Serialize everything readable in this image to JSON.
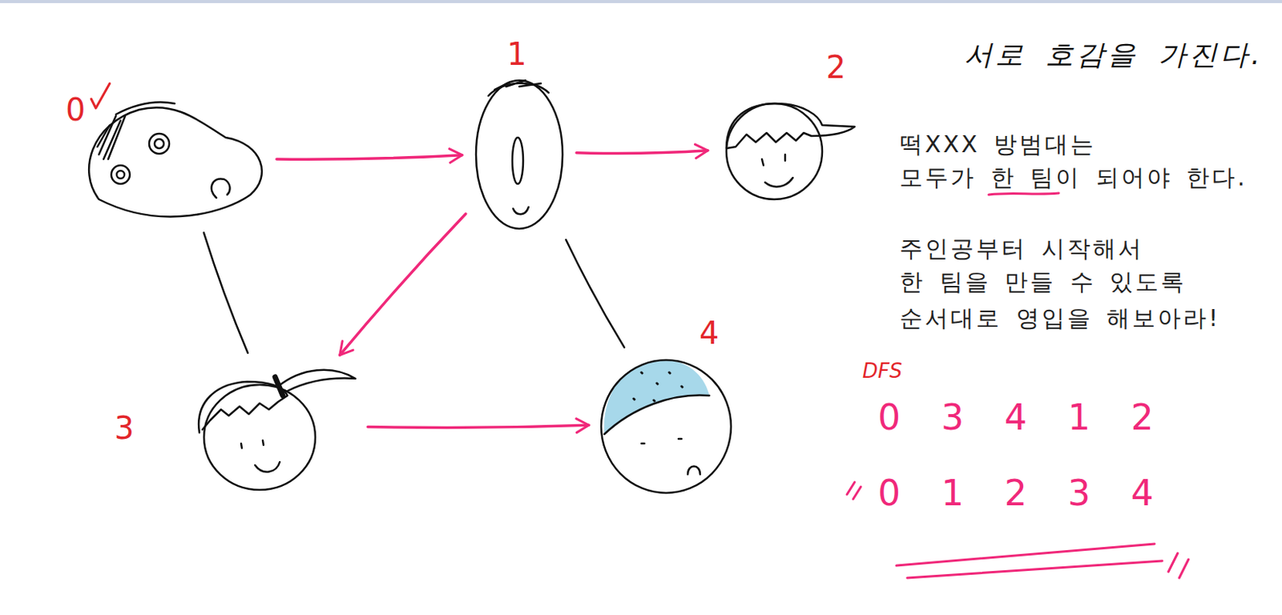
{
  "diagram": {
    "nodes": [
      {
        "text": [
          "0"
        ]
      },
      {
        "text": [
          "1"
        ]
      },
      {
        "text": [
          "2"
        ]
      },
      {
        "text": [
          "3"
        ]
      },
      {
        "text": [
          "4"
        ]
      }
    ],
    "edges": [
      {
        "from": 0,
        "to": 1,
        "arrow": "to"
      },
      {
        "from": 1,
        "to": 2,
        "arrow": "to"
      },
      {
        "from": 1,
        "to": 3,
        "arrow": "to"
      },
      {
        "from": 3,
        "to": 4,
        "arrow": "to"
      },
      {
        "from": 0,
        "to": 3,
        "arrow": "none"
      },
      {
        "from": 1,
        "to": 4,
        "arrow": "none"
      }
    ],
    "labels": [
      "서로 호감을 가진다.",
      "떡XXX 방범대는",
      "모두가 한 팀이 되어야 한다.",
      "주인공부터 시작해서",
      "한 팀을 만들 수 있도록",
      "순서대로 영입을 해보아라!",
      "DFS",
      "0 3 4 1 2",
      "0 1 2 3 4"
    ]
  }
}
